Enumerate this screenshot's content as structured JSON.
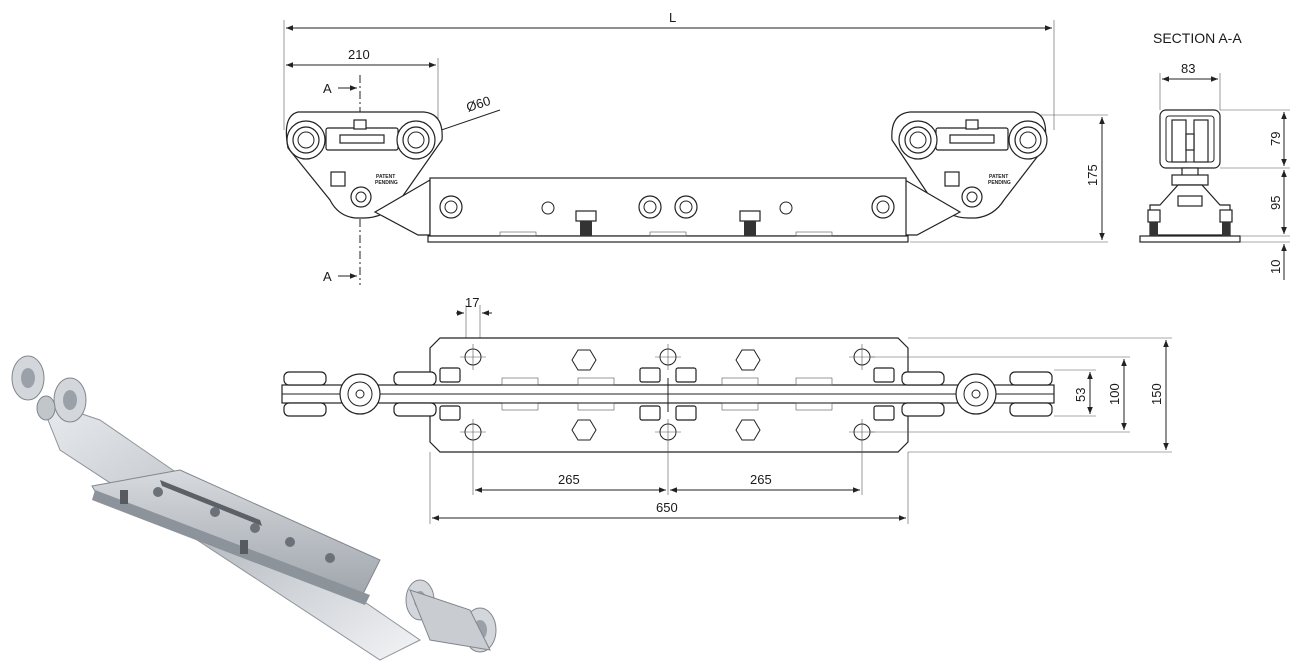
{
  "drawing": {
    "section_title": "SECTION A-A",
    "section_marker": "A",
    "patent_text_1": "PATENT",
    "patent_text_2": "PENDING",
    "dimensions": {
      "overall_length": "L",
      "carriage_width": "210",
      "wheel_diameter": "Ø60",
      "height_total": "175",
      "section_width": "83",
      "section_upper_height": "79",
      "section_lower_height": "95",
      "plate_thickness": "10",
      "hole_diameter": "17",
      "hole_spacing_left": "265",
      "hole_spacing_right": "265",
      "plate_length": "650",
      "track_width": "53",
      "hole_row_spacing": "100",
      "plate_width": "150"
    }
  }
}
